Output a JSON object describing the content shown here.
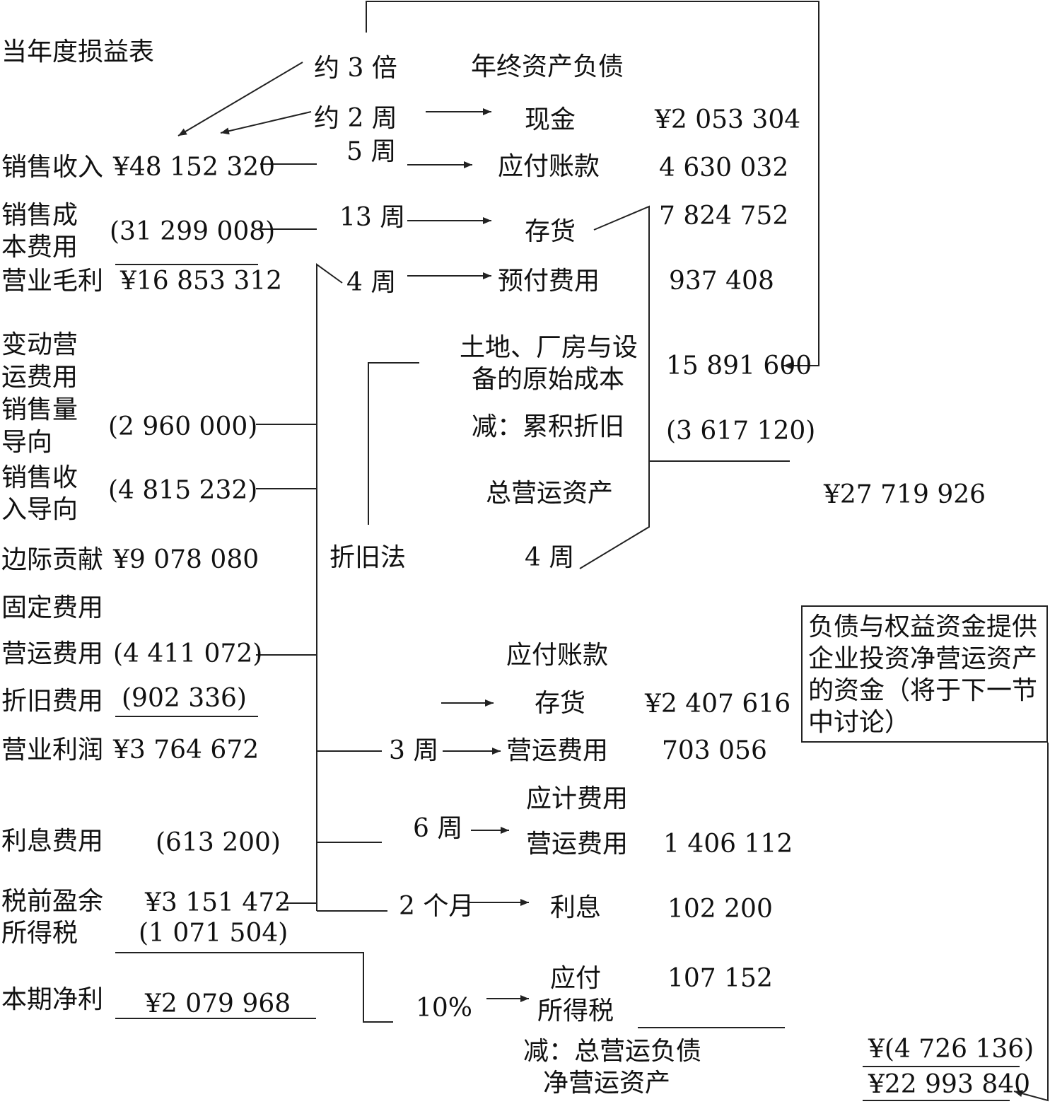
{
  "left": {
    "title": "当年度损益表",
    "sales_label": "销售收入",
    "sales_value": "¥48 152 320",
    "cogs_label_1": "销售成",
    "cogs_label_2": "本费用",
    "cogs_value": "(31 299 008)",
    "gross_label": "营业毛利",
    "gross_value": "¥16 853 312",
    "var_label_1": "变动营",
    "var_label_2": "运费用",
    "vol_label_1": "销售量",
    "vol_label_2": "导向",
    "vol_value": "(2 960 000)",
    "rev_label_1": "销售收",
    "rev_label_2": "入导向",
    "rev_value": "(4 815 232)",
    "margin_label": "边际贡献",
    "margin_value": "¥9 078 080",
    "fixed_label": "固定费用",
    "opex_label": "营运费用",
    "opex_value": "(4 411 072)",
    "dep_label": "折旧费用",
    "dep_value": "(902 336)",
    "op_profit_label": "营业利润",
    "op_profit_value": "¥3 764 672",
    "interest_label": "利息费用",
    "interest_value": "(613 200)",
    "pretax_label": "税前盈余",
    "pretax_value": "¥3 151 472",
    "tax_label": "所得税",
    "tax_value": "(1 071 504)",
    "net_label": "本期净利",
    "net_value": "¥2 079 968"
  },
  "middle": {
    "times3": "约 3 倍",
    "weeks2": "约 2 周",
    "weeks5": "5 周",
    "weeks13": "13 周",
    "weeks4a": "4 周",
    "dep_method": "折旧法",
    "weeks4b": "4 周",
    "weeks3": "3 周",
    "weeks6": "6 周",
    "months2": "2 个月",
    "pct10": "10%"
  },
  "balance": {
    "title": "年终资产负债",
    "cash_label": "现金",
    "cash_value": "¥2 053 304",
    "ar_label": "应付账款",
    "ar_value": "4 630 032",
    "inv_label": "存货",
    "inv_value": "7 824 752",
    "prepaid_label": "预付费用",
    "prepaid_value": "937 408",
    "ppe_label_1": "土地、厂房与设",
    "ppe_label_2": "备的原始成本",
    "ppe_value": "15 891 600",
    "accdep_label": "减：累积折旧",
    "accdep_value": "(3 617 120)",
    "total_assets_label": "总营运资产",
    "total_assets_value": "¥27 719 926",
    "ap_label": "应付账款",
    "ap_inv_label": "存货",
    "ap_inv_value": "¥2 407 616",
    "ap_opex_label": "营运费用",
    "ap_opex_value": "703 056",
    "accr_label": "应计费用",
    "accr_opex_label": "营运费用",
    "accr_opex_value": "1 406 112",
    "accr_int_label": "利息",
    "accr_int_value": "102 200",
    "taxpay_label_1": "应付",
    "taxpay_label_2": "所得税",
    "taxpay_value": "107 152",
    "less_liab_label": "减：总营运负债",
    "less_liab_value": "¥(4 726 136)",
    "net_assets_label": "净营运资产",
    "net_assets_value": "¥22 993 840"
  },
  "note": {
    "text": "负债与权益资金提供企业投资净营运资产的资金（将于下一节中讨论）"
  }
}
